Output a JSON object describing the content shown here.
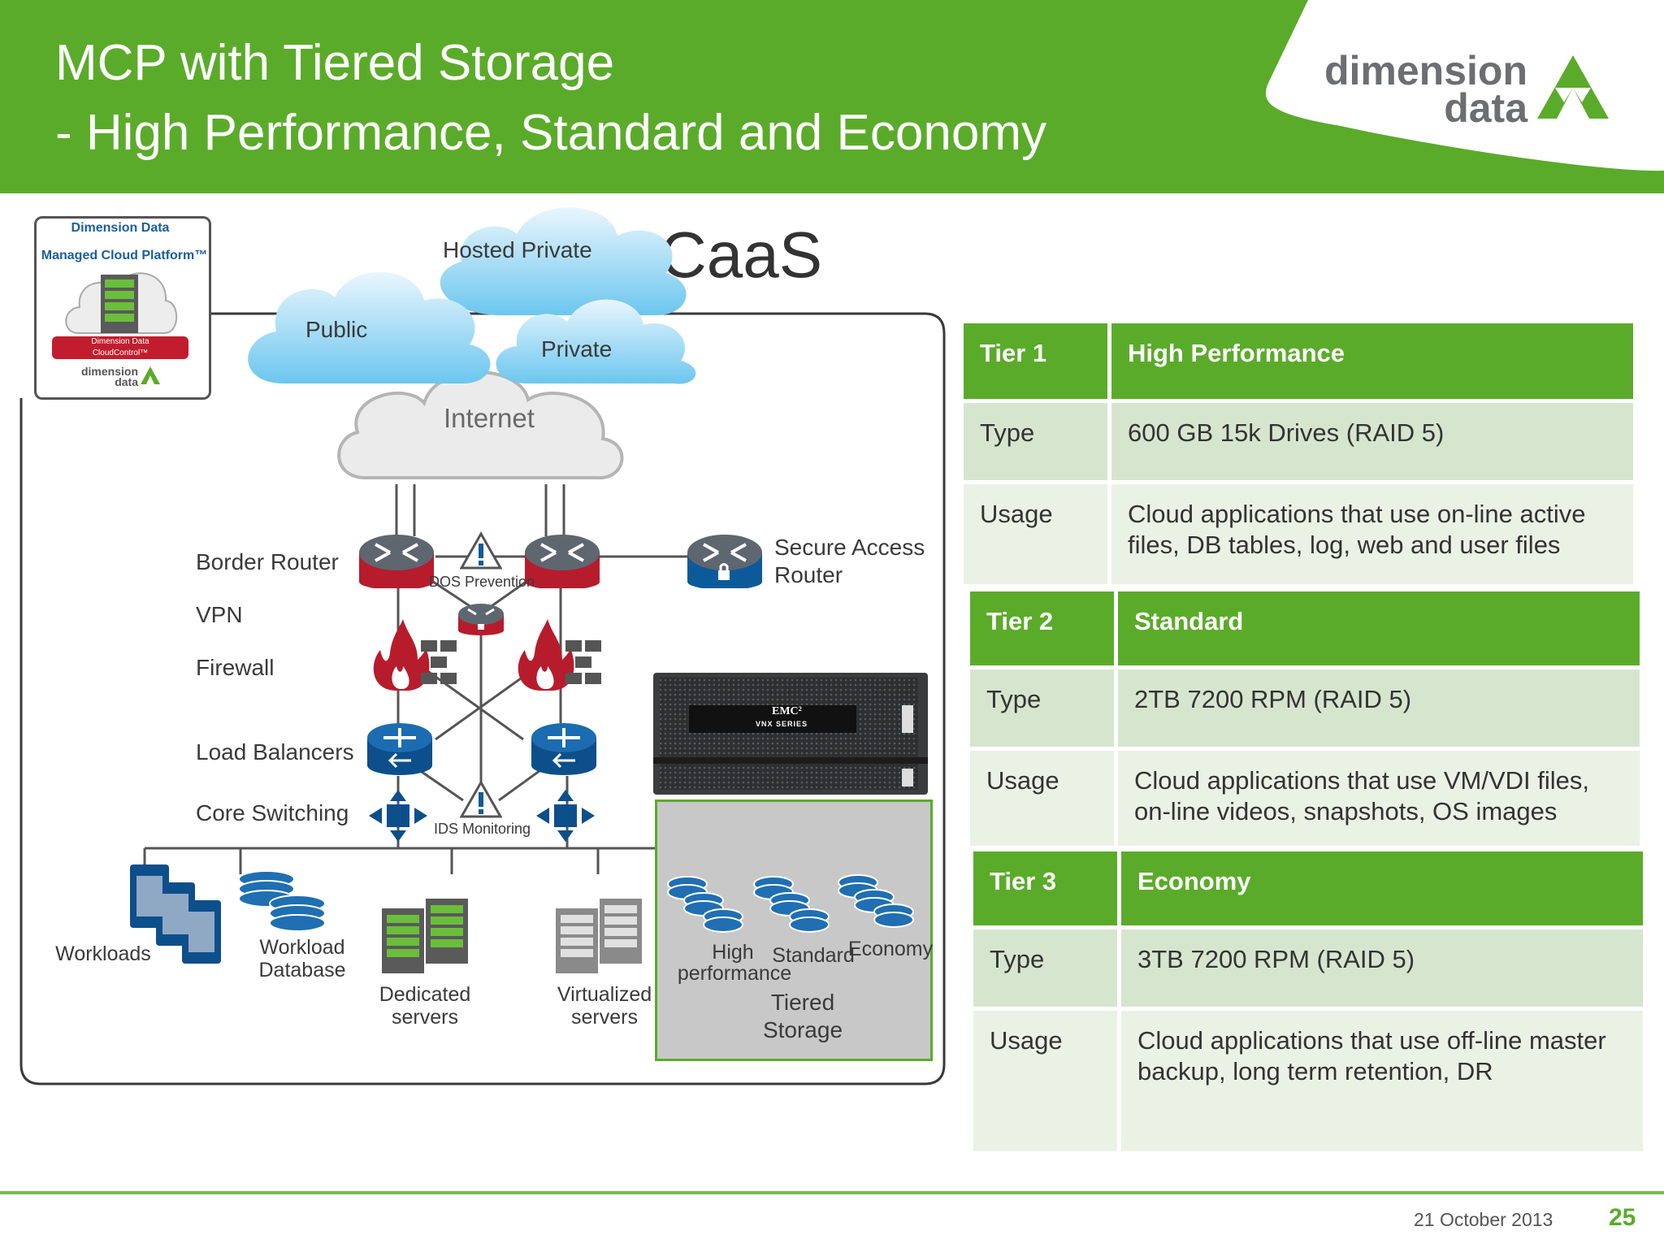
{
  "header": {
    "title_line1": "MCP with Tiered Storage",
    "title_line2": "- High Performance, Standard and Economy",
    "logo_word1": "dimension",
    "logo_word2": "data"
  },
  "badge": {
    "line1": "Dimension Data",
    "line2": "Managed Cloud Platform™",
    "ribbon1": "Dimension Data",
    "ribbon2": "CloudControl™",
    "logo1": "dimension",
    "logo2": "data"
  },
  "diagram": {
    "heading": "CaaS",
    "clouds": {
      "hosted_private": "Hosted Private",
      "public": "Public",
      "private": "Private",
      "internet": "Internet"
    },
    "layers": {
      "border_router": "Border Router",
      "vpn": "VPN",
      "firewall": "Firewall",
      "load_balancers": "Load Balancers",
      "core_switching": "Core Switching"
    },
    "dos": "DOS Prevention",
    "ids": "IDS Monitoring",
    "secure_router_1": "Secure Access",
    "secure_router_2": "Router",
    "emc_brand": "EMC²",
    "emc_series": "VNX SERIES",
    "nodes": {
      "workloads": "Workloads",
      "workload_db_1": "Workload",
      "workload_db_2": "Database",
      "dedicated_1": "Dedicated",
      "dedicated_2": "servers",
      "virtualized_1": "Virtualized",
      "virtualized_2": "servers",
      "high_1": "High",
      "high_2": "performance",
      "standard": "Standard",
      "economy": "Economy",
      "tiered_1": "Tiered",
      "tiered_2": "Storage"
    }
  },
  "tiers": [
    {
      "tier": "Tier 1",
      "name": "High Performance",
      "type_label": "Type",
      "type": "600 GB 15k Drives (RAID 5)",
      "usage_label": "Usage",
      "usage_1": "Cloud applications that use on-line active",
      "usage_2": "files, DB tables, log, web and user files"
    },
    {
      "tier": "Tier 2",
      "name": "Standard",
      "type_label": "Type",
      "type": "2TB 7200 RPM  (RAID 5)",
      "usage_label": "Usage",
      "usage_1": "Cloud applications that use VM/VDI files,",
      "usage_2": "on-line videos, snapshots, OS images"
    },
    {
      "tier": "Tier 3",
      "name": "Economy",
      "type_label": "Type",
      "type": "3TB 7200 RPM (RAID 5)",
      "usage_label": "Usage",
      "usage_1": "Cloud applications that use off-line master",
      "usage_2": "backup, long term retention, DR"
    }
  ],
  "footer": {
    "date": "21 October 2013",
    "page": "25"
  },
  "colors": {
    "brand_green": "#5bab2a",
    "router_red": "#b71c2c",
    "network_blue": "#0d4f8b",
    "table_light": "#d6e6ce"
  }
}
